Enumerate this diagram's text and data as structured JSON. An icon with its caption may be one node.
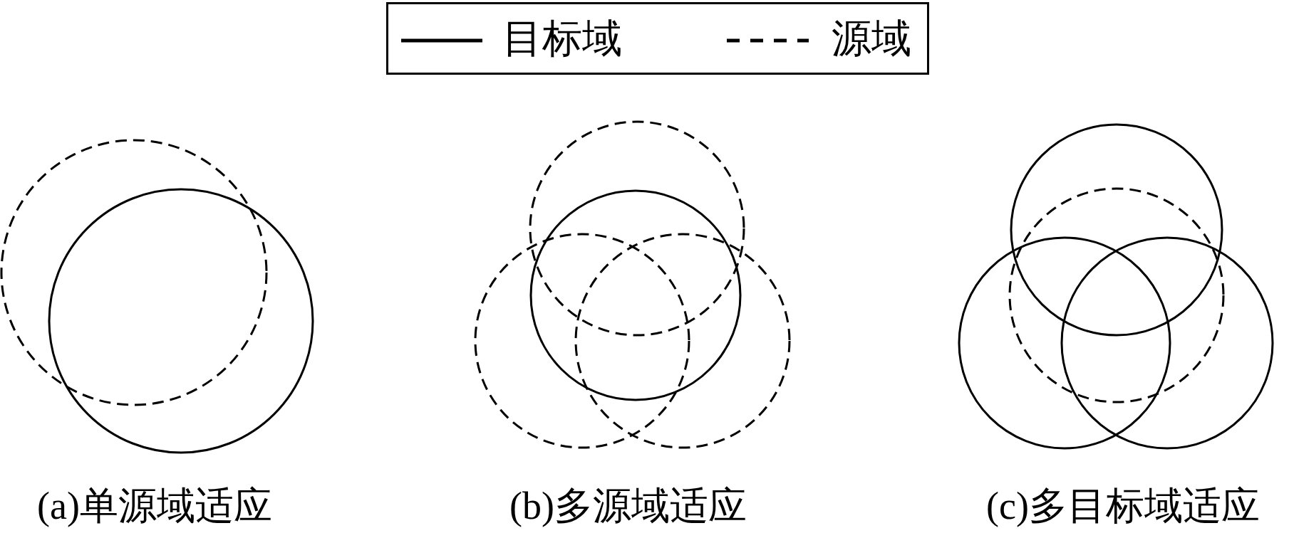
{
  "diagram": {
    "nodes": [
      {
        "text": [],
        "shape": "circle"
      },
      {
        "text": [],
        "shape": "circle"
      },
      {
        "text": [],
        "shape": "circle"
      },
      {
        "text": [],
        "shape": "circle"
      },
      {
        "text": [],
        "shape": "circle"
      },
      {
        "text": [],
        "shape": "circle"
      },
      {
        "text": [],
        "shape": "circle"
      },
      {
        "text": [],
        "shape": "circle"
      },
      {
        "text": [],
        "shape": "circle"
      },
      {
        "text": [],
        "shape": "circle"
      }
    ],
    "labels": [
      "(a)单源域适应",
      "(b)多源域适应",
      "(c)多目标域适应"
    ],
    "legend": [
      {
        "text": "目标域"
      },
      {
        "text": "源域"
      }
    ]
  }
}
